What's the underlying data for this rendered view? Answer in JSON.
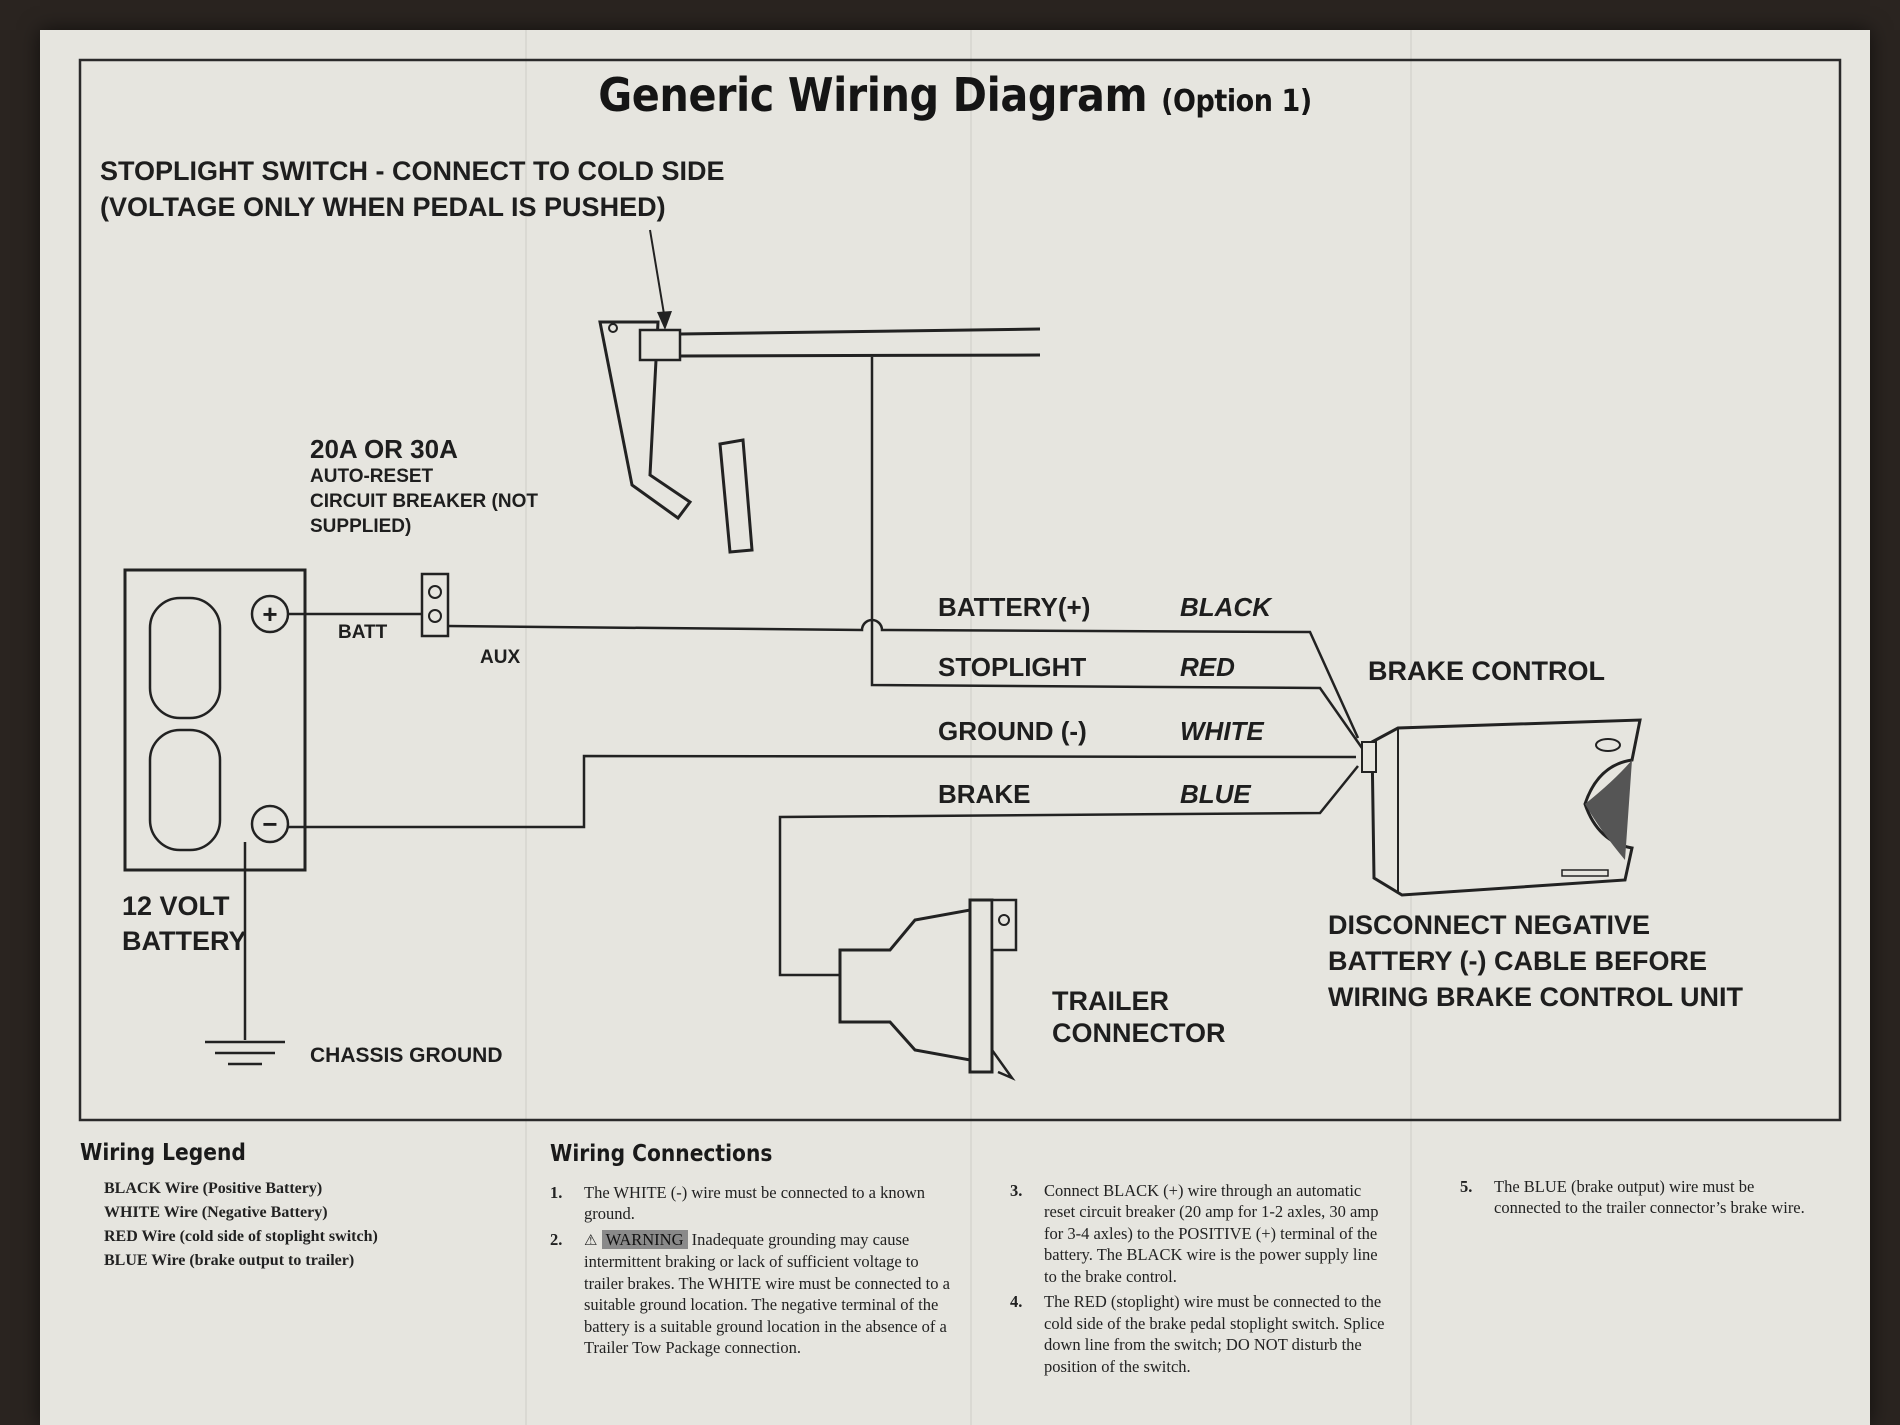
{
  "title": {
    "main": "Generic Wiring Diagram",
    "sub": "(Option 1)"
  },
  "diagram": {
    "stoplight_note_line1": "STOPLIGHT SWITCH - CONNECT TO COLD SIDE",
    "stoplight_note_line2": "(VOLTAGE ONLY WHEN PEDAL IS PUSHED)",
    "breaker_rating": "20A OR 30A",
    "breaker_line1": "AUTO-RESET",
    "breaker_line2": "CIRCUIT BREAKER (NOT",
    "breaker_line3": "SUPPLIED)",
    "batt_label": "BATT",
    "aux_label": "AUX",
    "battery_line1": "12 VOLT",
    "battery_line2": "BATTERY",
    "chassis_ground": "CHASSIS GROUND",
    "wires": [
      {
        "name": "BATTERY(+)",
        "color_name": "BLACK"
      },
      {
        "name": "STOPLIGHT",
        "color_name": "RED"
      },
      {
        "name": "GROUND (-)",
        "color_name": "WHITE"
      },
      {
        "name": "BRAKE",
        "color_name": "BLUE"
      }
    ],
    "brake_control": "BRAKE CONTROL",
    "disconnect_line1": "DISCONNECT NEGATIVE",
    "disconnect_line2": "BATTERY (-) CABLE BEFORE",
    "disconnect_line3": "WIRING BRAKE CONTROL UNIT",
    "trailer_line1": "TRAILER",
    "trailer_line2": "CONNECTOR",
    "plus_symbol": "+",
    "minus_symbol": "−"
  },
  "legend": {
    "title": "Wiring Legend",
    "items": [
      "BLACK Wire (Positive Battery)",
      "WHITE Wire (Negative Battery)",
      "RED Wire (cold side of stoplight switch)",
      "BLUE Wire (brake output to trailer)"
    ]
  },
  "connections": {
    "title": "Wiring Connections",
    "items": [
      {
        "num": "1.",
        "text": "The WHITE (-) wire must be connected to a known ground."
      },
      {
        "num": "2.",
        "warning_label": "WARNING",
        "text": "Inadequate grounding may cause intermittent braking or lack of sufficient voltage to trailer brakes. The WHITE wire must be connected to a suitable ground location. The negative terminal of the battery is a suitable ground location in the absence of a Trailer Tow Package connection."
      },
      {
        "num": "3.",
        "text": "Connect BLACK (+) wire through an automatic reset circuit breaker (20 amp for 1-2 axles, 30 amp for 3-4 axles) to the POSITIVE (+) terminal of the battery. The BLACK wire is the power supply line to the brake control."
      },
      {
        "num": "4.",
        "text": "The RED (stoplight) wire must be connected to the cold side of the brake pedal stoplight switch. Splice down line from the switch; DO NOT disturb the position of the switch."
      },
      {
        "num": "5.",
        "text": "The BLUE (brake output) wire must be connected to the trailer connector’s brake wire."
      }
    ]
  }
}
